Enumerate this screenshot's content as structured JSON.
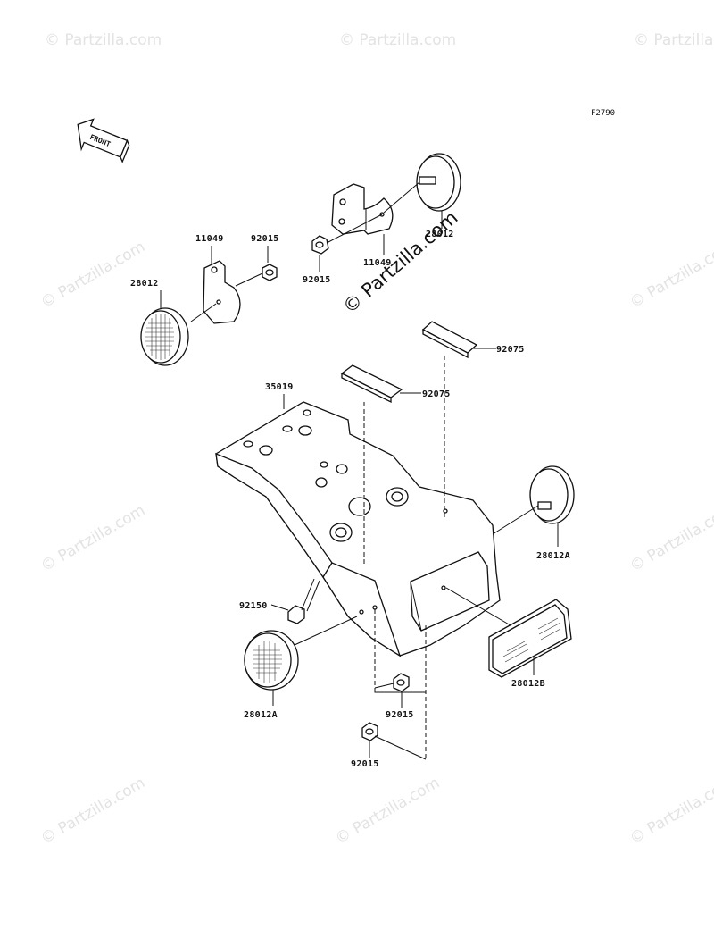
{
  "figure_id": "F2790",
  "front_arrow": {
    "label": "FRONT"
  },
  "watermark": {
    "repeat_text": "© Partzilla.com",
    "center_text": "© Partzilla.com"
  },
  "callouts": {
    "left_reflector": "28012",
    "left_bracket": "11049",
    "left_nut": "92015",
    "right_bracket": "11049",
    "right_nut": "92015",
    "right_reflector": "28012",
    "fender": "35019",
    "pad_upper": "92075",
    "pad_lower": "92075",
    "side_reflector_right": "28012A",
    "side_reflector_left": "28012A",
    "bolt": "92150",
    "rear_reflector": "28012B",
    "nut_lower_1": "92015",
    "nut_lower_2": "92015"
  }
}
